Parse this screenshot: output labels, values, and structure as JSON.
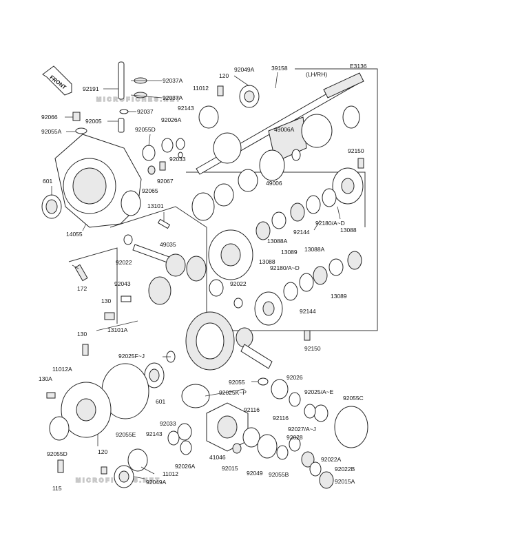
{
  "diagram": {
    "code": "E3136",
    "variant": "(LH/RH)",
    "front_label": "FRONT",
    "watermark": "MICROFICHES.NET",
    "labels": [
      "92037A",
      "92191",
      "92037A",
      "92037",
      "92066",
      "92005",
      "92055A",
      "92055D",
      "92026A",
      "92143",
      "11012",
      "120",
      "92049A",
      "39158",
      "92033",
      "49006A",
      "92150",
      "601",
      "92065",
      "92067",
      "49006",
      "14055",
      "13101",
      "92180/A~D",
      "13088",
      "49035",
      "92144",
      "13088A",
      "92022",
      "13088",
      "13089",
      "13088A",
      "172",
      "92043",
      "92180/A~D",
      "13089",
      "130",
      "92022",
      "92144",
      "13101A",
      "92150",
      "130",
      "92025F~J",
      "11012A",
      "92055",
      "92026",
      "130A",
      "92025K~P",
      "601",
      "92025/A~E",
      "92055C",
      "92116",
      "92033",
      "92116",
      "92143",
      "92055E",
      "92027/A~J",
      "92028",
      "92055D",
      "120",
      "41046",
      "92026A",
      "92015",
      "92049",
      "92055B",
      "92022A",
      "11012",
      "92022B",
      "92049A",
      "115",
      "92015A"
    ]
  }
}
